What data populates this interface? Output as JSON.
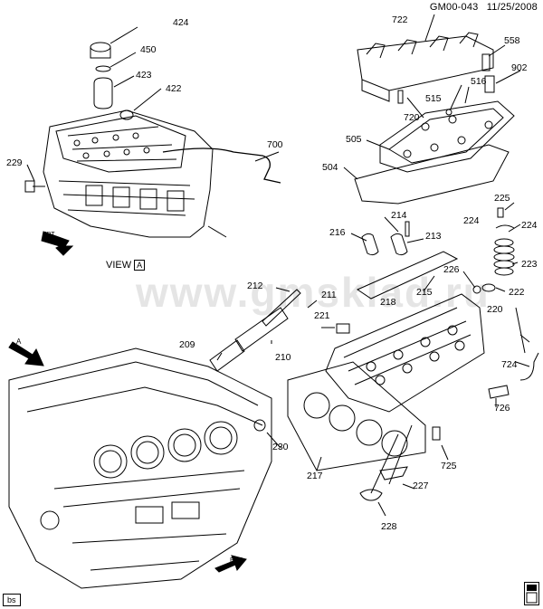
{
  "header": {
    "diagram_id": "GM00-043",
    "date": "11/25/2008"
  },
  "watermark": "www.gmsklad.ru",
  "view_label": {
    "text": "VIEW",
    "letter": "A"
  },
  "view_pointer_letter": "A",
  "frt_label": "FRT",
  "corner_tag": "bs",
  "callouts": [
    "424",
    "450",
    "423",
    "422",
    "229",
    "700",
    "722",
    "558",
    "516",
    "902",
    "515",
    "720",
    "505",
    "504",
    "216",
    "214",
    "213",
    "225",
    "224",
    "224",
    "223",
    "226",
    "222",
    "218",
    "215",
    "212",
    "211",
    "221",
    "220",
    "209",
    "210",
    "724",
    "726",
    "230",
    "725",
    "217",
    "227",
    "228"
  ]
}
